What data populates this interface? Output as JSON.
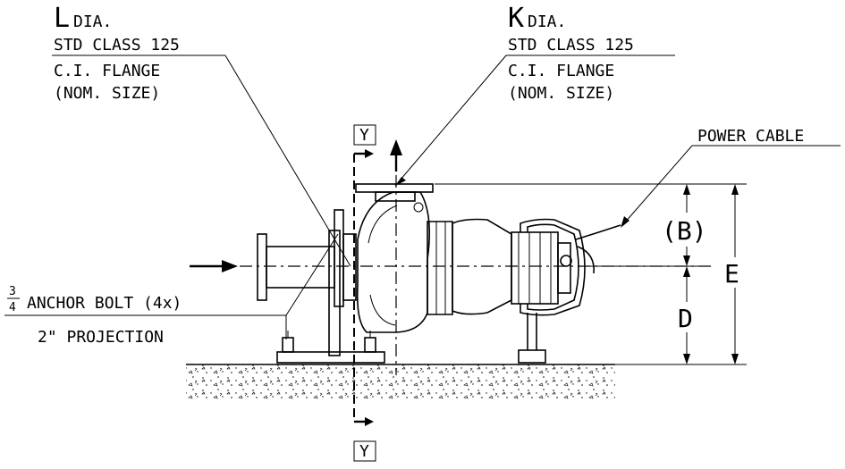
{
  "callout_left": {
    "letter": "L",
    "dia": "DIA.",
    "std_class": "STD CLASS 125",
    "flange": "C.I. FLANGE",
    "nom_size": "(NOM. SIZE)"
  },
  "callout_right": {
    "letter": "K",
    "dia": "DIA.",
    "std_class": "STD CLASS 125",
    "flange": "C.I. FLANGE",
    "nom_size": "(NOM. SIZE)"
  },
  "power_cable": "POWER CABLE",
  "anchor_bolt": {
    "fraction_num": "3",
    "fraction_den": "4",
    "text": "ANCHOR BOLT (4x)"
  },
  "projection": "2\" PROJECTION",
  "section_marks": {
    "top": "Y",
    "bottom": "Y"
  },
  "dimensions": {
    "b": "(B)",
    "d": "D",
    "e": "E"
  }
}
